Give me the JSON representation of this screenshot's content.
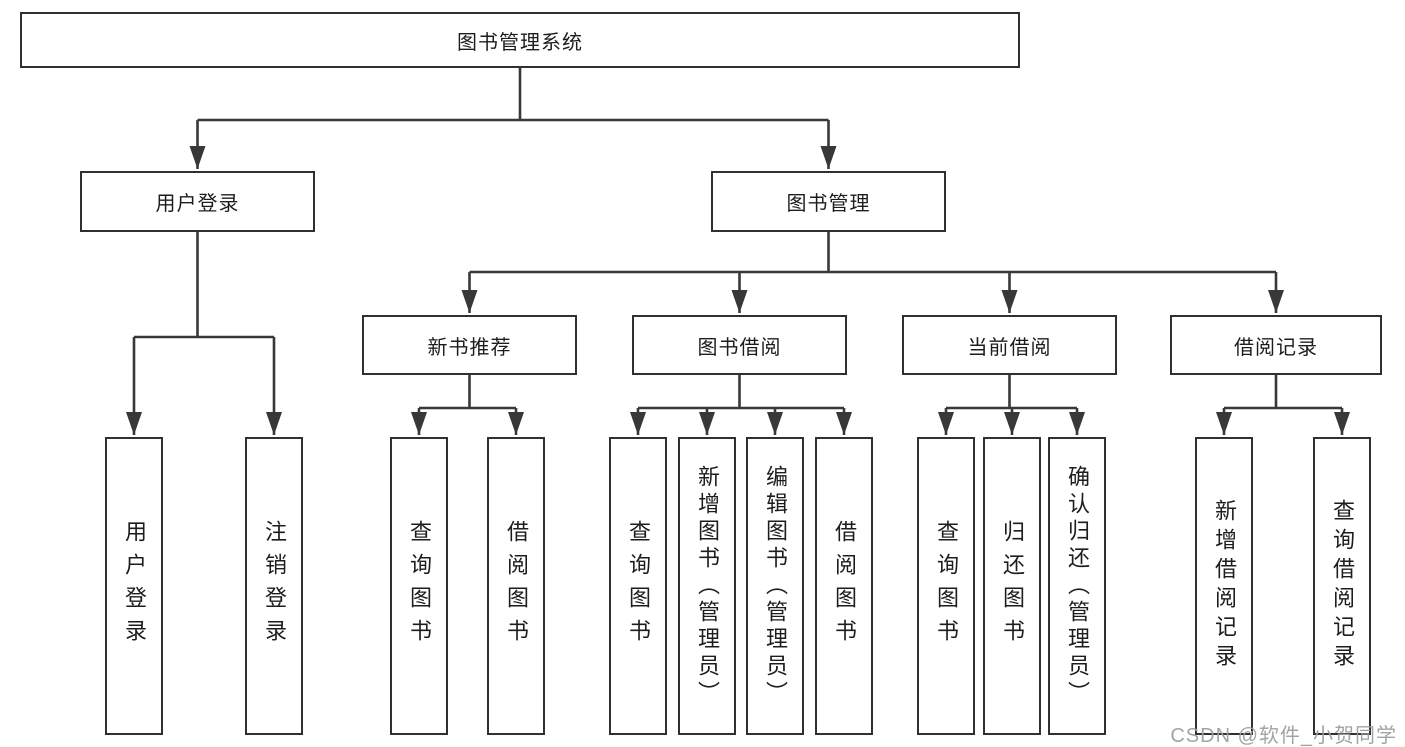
{
  "tree": {
    "root": {
      "label": "图书管理系统"
    },
    "children": [
      {
        "label": "用户登录",
        "children": [
          {
            "label": "用户登录"
          },
          {
            "label": "注销登录"
          }
        ]
      },
      {
        "label": "图书管理",
        "children": [
          {
            "label": "新书推荐",
            "children": [
              {
                "label": "查询图书"
              },
              {
                "label": "借阅图书"
              }
            ]
          },
          {
            "label": "图书借阅",
            "children": [
              {
                "label": "查询图书"
              },
              {
                "label": "新增图书（管理员）"
              },
              {
                "label": "编辑图书（管理员）"
              },
              {
                "label": "借阅图书"
              }
            ]
          },
          {
            "label": "当前借阅",
            "children": [
              {
                "label": "查询图书"
              },
              {
                "label": "归还图书"
              },
              {
                "label": "确认归还（管理员）"
              }
            ]
          },
          {
            "label": "借阅记录",
            "children": [
              {
                "label": "新增借阅记录"
              },
              {
                "label": "查询借阅记录"
              }
            ]
          }
        ]
      }
    ]
  },
  "watermark": {
    "text": "CSDN @软件_小贺同学"
  },
  "colors": {
    "line": "#383838",
    "box_border": "#303030",
    "text": "#1d1d1d",
    "watermark": "#9e9e9e",
    "background": "#ffffff"
  }
}
